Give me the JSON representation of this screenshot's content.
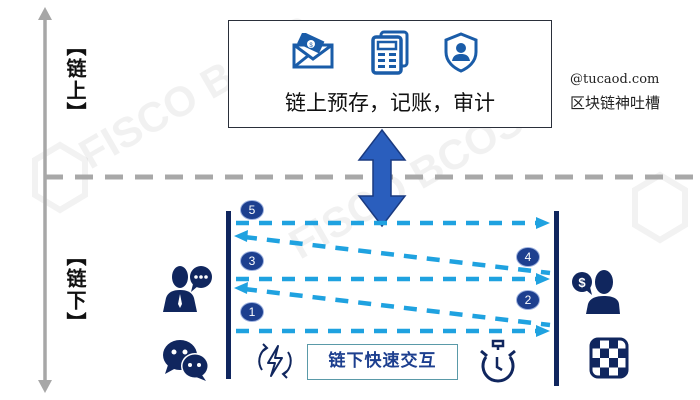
{
  "axis": {
    "onchain_label": "【链上】",
    "offchain_label": "【链下】"
  },
  "top_box": {
    "text": "链上预存，记账，审计",
    "icons": [
      "money-envelope-icon",
      "ledger-calculator-icon",
      "shield-user-icon"
    ]
  },
  "credit": {
    "handle": "@tucaod.com",
    "name": "区块链神吐槽"
  },
  "watermark": "FISCO BCOS",
  "offchain": {
    "caption": "链下快速交互",
    "steps": [
      {
        "num": "1",
        "direction": "right"
      },
      {
        "num": "2",
        "direction": "left"
      },
      {
        "num": "3",
        "direction": "right"
      },
      {
        "num": "4",
        "direction": "left"
      },
      {
        "num": "5",
        "direction": "right"
      }
    ],
    "left_icons": [
      "user-chat-icon",
      "wechat-icon"
    ],
    "right_icons": [
      "user-payment-icon",
      "checkerboard-icon"
    ],
    "bottom_icons": [
      "lightning-refresh-icon",
      "stopwatch-icon"
    ]
  },
  "colors": {
    "axis": "#a7a7a7",
    "divider": "#a8a8a8",
    "dark_blue": "#10265e",
    "icon_blue": "#1a5ca8",
    "arrow_blue": "#2a5ebd",
    "dash_blue": "#1fa2e0",
    "badge_blue": "#1d3f8f"
  }
}
